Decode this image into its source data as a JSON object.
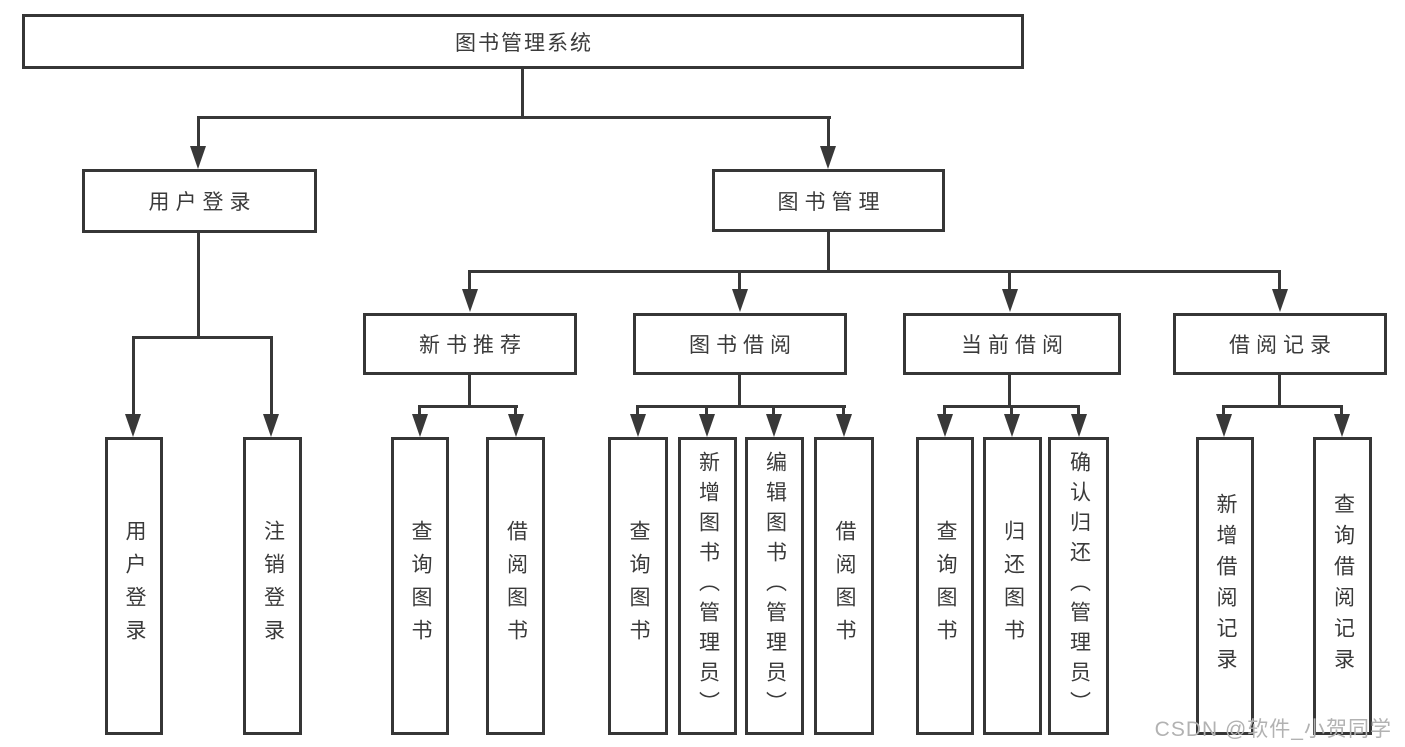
{
  "nodes": {
    "root": "图书管理系统",
    "user_login": "用户登录",
    "book_mgmt": "图书管理",
    "new_books": "新书推荐",
    "borrowing": "图书借阅",
    "current": "当前借阅",
    "records": "借阅记录"
  },
  "leaves": {
    "user_login": [
      "用户登录",
      "注销登录"
    ],
    "new_books": [
      "查询图书",
      "借阅图书"
    ],
    "borrowing": [
      "查询图书",
      "新增图书（管理员）",
      "编辑图书（管理员）",
      "借阅图书"
    ],
    "current": [
      "查询图书",
      "归还图书",
      "确认归还（管理员）"
    ],
    "records": [
      "新增借阅记录",
      "查询借阅记录"
    ]
  },
  "watermark": "CSDN @软件_小贺同学",
  "colors": {
    "line": "#383838",
    "border": "#363636",
    "text": "#3a3a3a",
    "watermark": "#b2b2b2",
    "background": "#ffffff"
  }
}
